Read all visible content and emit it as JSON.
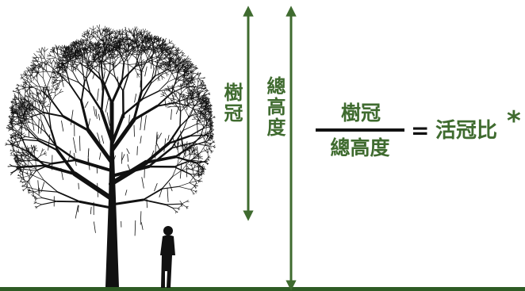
{
  "colors": {
    "accent": "#3f6b2f",
    "ink": "#111111",
    "ground": "#2e5b24"
  },
  "labels": {
    "crown": "樹冠",
    "total_height": "總高度"
  },
  "formula": {
    "numerator": "樹冠",
    "denominator": "總高度",
    "equals": "=",
    "result": "活冠比",
    "asterisk": "*"
  },
  "icons": {
    "tree": "tree-silhouette-icon",
    "person": "person-silhouette-icon"
  }
}
